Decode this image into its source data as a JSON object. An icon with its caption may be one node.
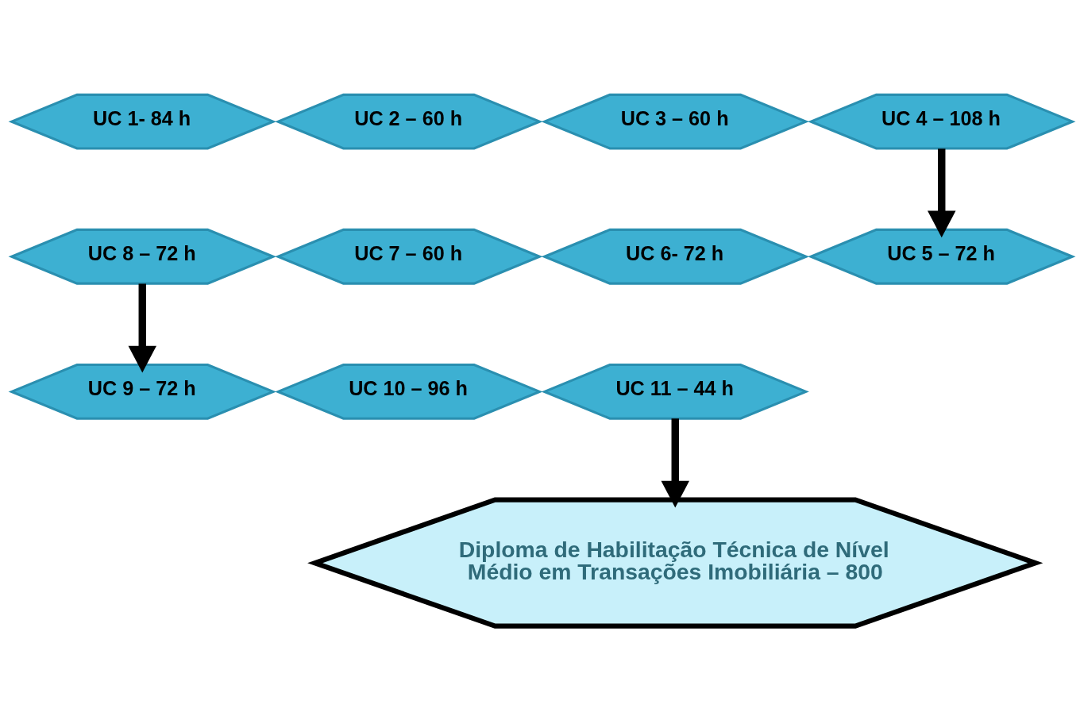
{
  "diagram": {
    "nodes": [
      {
        "text": [
          "UC 1- 84 h"
        ]
      },
      {
        "text": [
          "UC 2 – 60 h"
        ]
      },
      {
        "text": [
          "UC 3 – 60 h"
        ]
      },
      {
        "text": [
          "UC 4 – 108 h"
        ]
      },
      {
        "text": [
          "UC 5 – 72 h"
        ]
      },
      {
        "text": [
          "UC 6- 72 h"
        ]
      },
      {
        "text": [
          "UC 7 – 60 h"
        ]
      },
      {
        "text": [
          "UC 8 – 72 h"
        ]
      },
      {
        "text": [
          "UC 9 – 72 h"
        ]
      },
      {
        "text": [
          "UC 10 – 96 h"
        ]
      },
      {
        "text": [
          "UC 11 – 44 h"
        ]
      },
      {
        "text": [
          "Diploma de Habilitação Técnica de Nível Médio em Transações Imobiliária – 800"
        ]
      }
    ],
    "edges": [
      {
        "from": 3,
        "to": 4,
        "arrow": "to"
      },
      {
        "from": 7,
        "to": 8,
        "arrow": "to"
      },
      {
        "from": 10,
        "to": 11,
        "arrow": "to"
      }
    ]
  }
}
